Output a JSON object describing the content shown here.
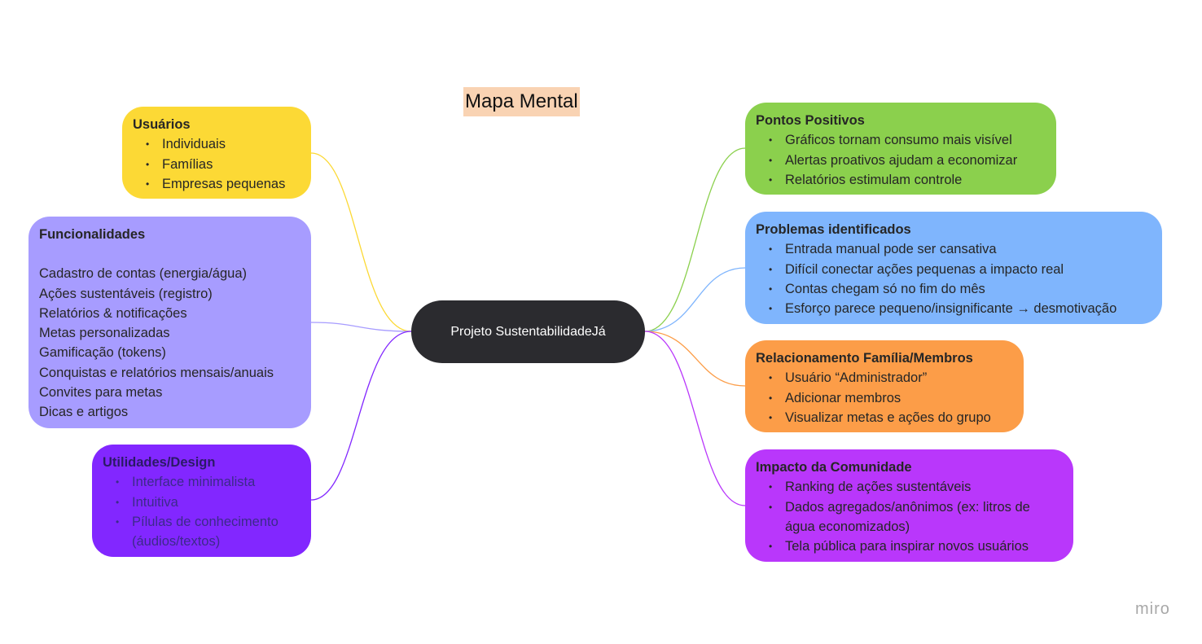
{
  "title": "Mapa Mental",
  "center": "Projeto SustentabilidadeJá",
  "colors": {
    "usuarios": "#fcd935",
    "funcionalidades": "#a79cff",
    "utilidades": "#8227ff",
    "positivos": "#8bd04d",
    "problemas": "#7fb5fd",
    "relacionamento": "#fc9d48",
    "impacto": "#b937fb",
    "center": "#2b2b2f"
  },
  "usuarios": {
    "title": "Usuários",
    "items": [
      "Individuais",
      "Famílias",
      "Empresas pequenas"
    ]
  },
  "funcionalidades": {
    "title": "Funcionalidades",
    "lines": [
      "Cadastro de contas (energia/água)",
      "Ações sustentáveis (registro)",
      "Relatórios & notificações",
      "Metas personalizadas",
      "Gamificação (tokens)",
      "Conquistas e relatórios mensais/anuais",
      "Convites para metas",
      "Dicas e artigos"
    ]
  },
  "utilidades": {
    "title": "Utilidades/Design",
    "items": [
      "Interface minimalista",
      "Intuitiva",
      "Pílulas de conhecimento (áudios/textos)"
    ]
  },
  "positivos": {
    "title": "Pontos Positivos",
    "items": [
      "Gráficos tornam consumo mais visível",
      "Alertas proativos ajudam a economizar",
      "Relatórios estimulam controle"
    ]
  },
  "problemas": {
    "title": "Problemas identificados",
    "items": [
      "Entrada manual pode ser cansativa",
      "Difícil conectar ações pequenas a impacto real",
      "Contas chegam só no fim do mês",
      "Esforço parece pequeno/insignificante → desmotivação"
    ]
  },
  "relacionamento": {
    "title": "Relacionamento Família/Membros",
    "items": [
      "Usuário “Administrador”",
      "Adicionar membros",
      "Visualizar metas e ações do grupo"
    ]
  },
  "impacto": {
    "title": "Impacto da Comunidade",
    "items": [
      "Ranking de ações sustentáveis",
      "Dados agregados/anônimos (ex: litros de água economizados)",
      "Tela pública para inspirar novos usuários"
    ]
  },
  "brand": "miro"
}
